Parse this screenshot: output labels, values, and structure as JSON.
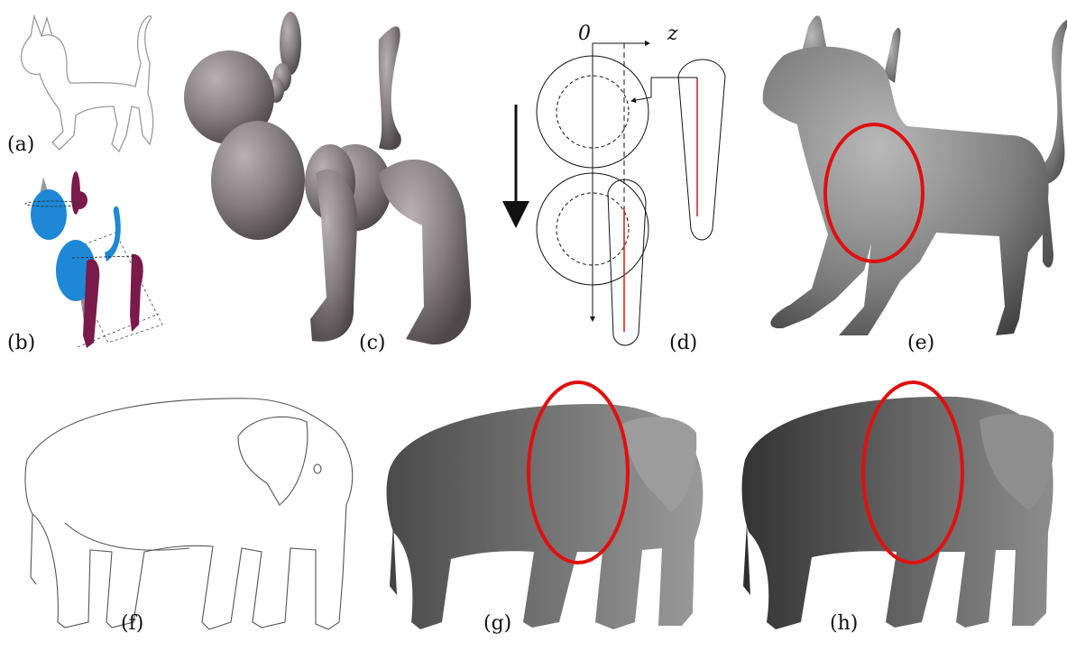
{
  "labels": {
    "a": "(a)",
    "b": "(b)",
    "c": "(c)",
    "d": "(d)",
    "e": "(e)",
    "f": "(f)",
    "g": "(g)",
    "h": "(h)"
  },
  "axis": {
    "origin": "0",
    "z": "z"
  },
  "colors": {
    "surface_gray": "#8a8284",
    "primitive_blue": "#1e88d6",
    "primitive_maroon": "#7a1a4a",
    "highlight_red": "#e01010",
    "skeleton_red": "#c81e1e"
  }
}
